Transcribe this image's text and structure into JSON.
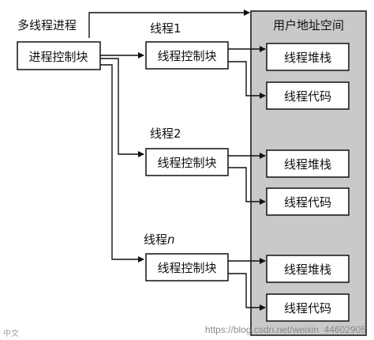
{
  "diagram": {
    "process_label": "多线程进程",
    "process_control_block": "进程控制块",
    "address_space": "用户地址空间",
    "threads": [
      {
        "label_main": "线程",
        "label_suffix": "1",
        "control_block": "线程控制块",
        "stack": "线程堆栈",
        "code": "线程代码"
      },
      {
        "label_main": "线程",
        "label_suffix": "2",
        "control_block": "线程控制块",
        "stack": "线程堆栈",
        "code": "线程代码"
      },
      {
        "label_main": "线程",
        "label_suffix": "n",
        "control_block": "线程控制块",
        "stack": "线程堆栈",
        "code": "线程代码"
      }
    ],
    "watermark": "https://blog.csdn.net/weixin_44602905",
    "corner_mark": "中文"
  }
}
